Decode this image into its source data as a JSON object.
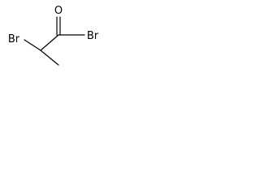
{
  "molecule": {
    "atoms": {
      "oxygen": "O",
      "acyl_bromine": "Br",
      "alpha_bromine": "Br"
    },
    "colors": {
      "bond": "#000000",
      "label": "#000000",
      "background": "#ffffff"
    }
  }
}
